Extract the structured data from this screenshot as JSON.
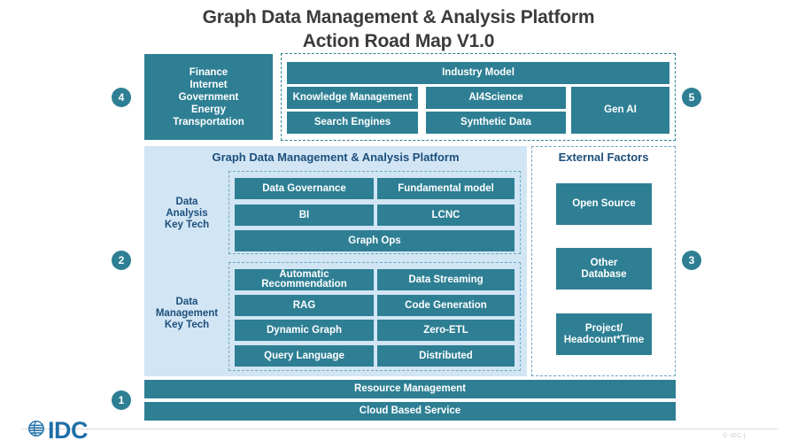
{
  "title": {
    "line1": "Graph Data Management & Analysis Platform",
    "line2": "Action Road Map V1.0"
  },
  "colors": {
    "teal": "#2e7f94",
    "panel_blue": "#d2e5f4",
    "heading_blue": "#1c4f7c",
    "title_gray": "#3b3b3b",
    "logo_blue": "#1f6fa8"
  },
  "badges": {
    "one": "1",
    "two": "2",
    "three": "3",
    "four": "4",
    "five": "5"
  },
  "top_band": {
    "vertical_markets": "Finance\nInternet\nGovernment\nEnergy\nTransportation",
    "applications": {
      "industry_model": "Industry Model",
      "knowledge_management": "Knowledge Management",
      "ai4science": "AI4Science",
      "gen_ai": "Gen AI",
      "search_engines": "Search Engines",
      "synthetic_data": "Synthetic Data"
    }
  },
  "platform": {
    "heading": "Graph Data Management & Analysis Platform",
    "analysis": {
      "label": "Data\nAnalysis\nKey Tech",
      "items": [
        "Data Governance",
        "Fundamental model",
        "BI",
        "LCNC",
        "Graph Ops"
      ]
    },
    "management": {
      "label": "Data\nManagement\nKey Tech",
      "items": [
        "Automatic\nRecommendation",
        "Data Streaming",
        "RAG",
        "Code Generation",
        "Dynamic Graph",
        "Zero-ETL",
        "Query Language",
        "Distributed"
      ]
    }
  },
  "external_factors": {
    "heading": "External Factors",
    "items": [
      "Open Source",
      "Other\nDatabase",
      "Project/\nHeadcount*Time"
    ]
  },
  "foundation": {
    "resource_management": "Resource Management",
    "cloud_based_service": "Cloud Based Service"
  },
  "footer": {
    "logo_text": "IDC",
    "copyright": "© IDC |"
  }
}
